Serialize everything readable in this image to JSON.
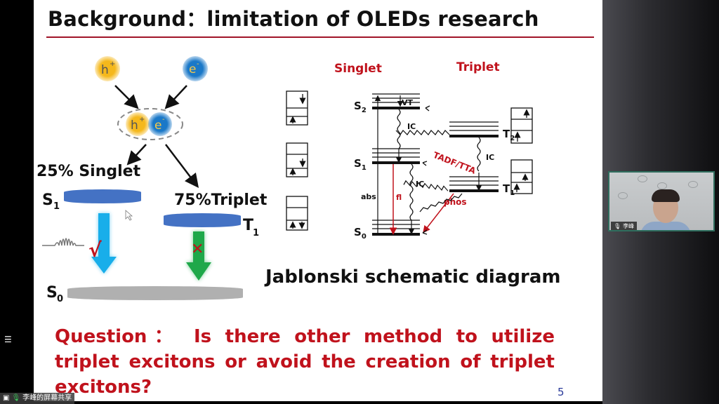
{
  "slide": {
    "title": "Background：limitation of OLEDs research",
    "page_number": "5",
    "left_diagram": {
      "hole_label": "h",
      "hole_sup": "+",
      "electron_label": "e",
      "electron_sup": "-",
      "singlet_pct": "25% Singlet",
      "triplet_pct": "75%Triplet",
      "s1_label": "S",
      "s1_sub": "1",
      "t1_label": "T",
      "t1_sub": "1",
      "s0_label": "S",
      "s0_sub": "0",
      "allowed_mark": "√",
      "forbidden_mark": "✕",
      "colors": {
        "hole": "#f5b81c",
        "electron": "#1a78c8",
        "level": "#4472c4",
        "ground": "#b0b0b0",
        "singlet_arrow": "#18aeea",
        "triplet_arrow": "#1fa84a",
        "mark": "#c0121c"
      }
    },
    "jablonski": {
      "singlet_header": "Singlet",
      "triplet_header": "Triplet",
      "levels": {
        "s2": "S2",
        "s1": "S1",
        "s0": "S0",
        "t2": "T2",
        "t1": "T1"
      },
      "labels": {
        "vr": "VT",
        "ic": "IC",
        "abs": "abs",
        "fl": "fl",
        "phos": "phos",
        "tadf": "TADF/TTA"
      },
      "caption": "Jablonski schematic diagram",
      "accent": "#c0121c"
    },
    "question": "Question： Is there other method to utilize triplet excitons or avoid the creation of triplet excitons?"
  },
  "video": {
    "participant_name": "李峰",
    "mic_icon": "microphone-icon"
  },
  "share_bar": {
    "label": "李峰的屏幕共享"
  },
  "sidebar": {
    "list_icon": "list-icon"
  }
}
